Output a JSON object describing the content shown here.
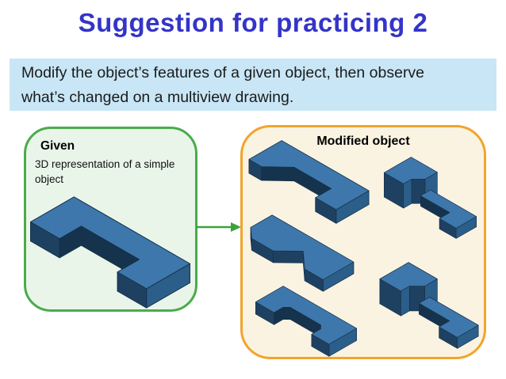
{
  "slide": {
    "title": "Suggestion for practicing 2",
    "instruction": {
      "line1": "Modify the object’s features of a given object, then observe",
      "line2": "what’s changed on a multiview drawing."
    },
    "given_panel": {
      "heading": "Given",
      "description": "3D representation of a simple object",
      "drawing": "iso-u-shaped-plate"
    },
    "modified_panel": {
      "heading": "Modified object",
      "drawings": [
        "plate-with-tapered-notch",
        "tall-block-with-rounded-notch-and-arm",
        "plate-with-v-bevel-edges",
        "u-plate-with-rounded-fillets",
        "tall-block-with-rounded-notch-and-foot"
      ]
    },
    "colors": {
      "title": "#3434C8",
      "banner_bg": "#C8E6F6",
      "banner_text": "#1B1B1B",
      "given_border": "#4AAB4C",
      "given_bg": "#EAF5EA",
      "modified_border": "#F2A42B",
      "modified_bg": "#FBF3E1",
      "arrow": "#3BA33B",
      "object_top": "#3E77AB",
      "object_front": "#1F4161",
      "object_side": "#2B5E88",
      "object_back": "#16334E",
      "object_edge": "#15304A"
    }
  }
}
